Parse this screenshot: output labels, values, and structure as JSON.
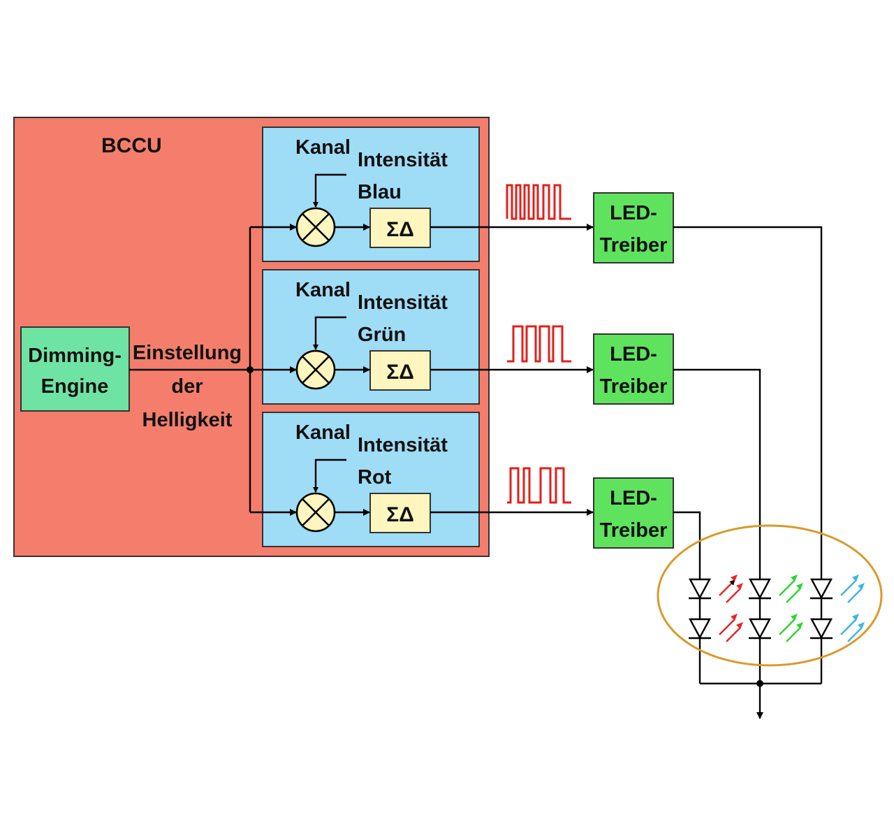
{
  "bccu": {
    "title": "BCCU",
    "fill": "#f47e6b"
  },
  "dimming_engine": {
    "line1": "Dimming-",
    "line2": "Engine",
    "fill": "#6fe3a3"
  },
  "brightness_label": {
    "line1": "Einstellung",
    "line2": "der",
    "line3": "Helligkeit"
  },
  "channels": [
    {
      "title": "Kanal",
      "intensity_line1": "Intensität",
      "intensity_line2": "Blau",
      "modulator": "ΣΔ"
    },
    {
      "title": "Kanal",
      "intensity_line1": "Intensität",
      "intensity_line2": "Grün",
      "modulator": "ΣΔ"
    },
    {
      "title": "Kanal",
      "intensity_line1": "Intensität",
      "intensity_line2": "Rot",
      "modulator": "ΣΔ"
    }
  ],
  "drivers": [
    {
      "line1": "LED-",
      "line2": "Treiber"
    },
    {
      "line1": "LED-",
      "line2": "Treiber"
    },
    {
      "line1": "LED-",
      "line2": "Treiber"
    }
  ],
  "colors": {
    "channel_fill": "#9fdcf5",
    "modulator_fill": "#fff5bf",
    "driver_fill": "#5fe35f",
    "pulse": "#e0201c",
    "led_red": "#e8252a",
    "led_green": "#2fd52f",
    "led_blue": "#3db4e8",
    "ellipse": "#d99a2b"
  }
}
